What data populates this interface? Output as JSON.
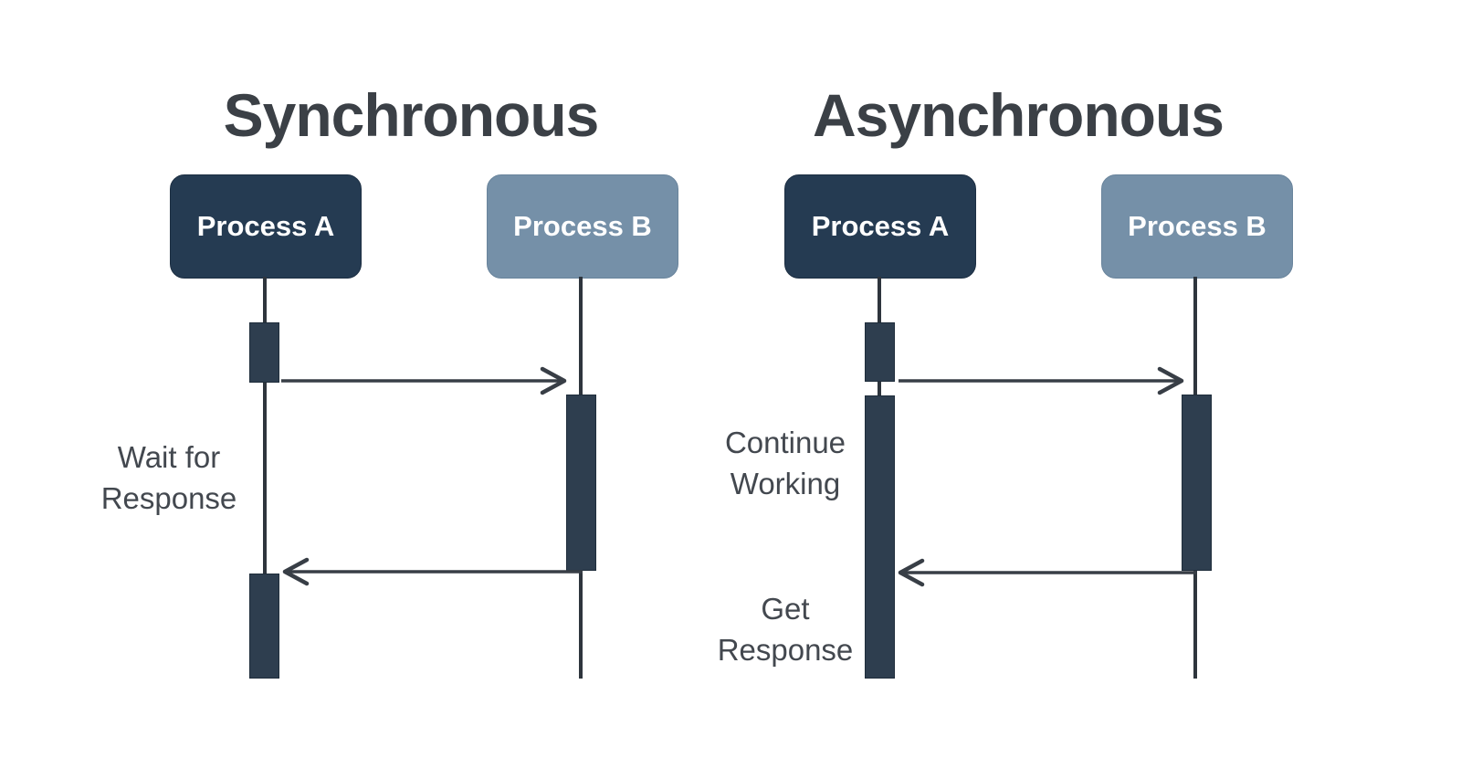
{
  "colors": {
    "background": "#ffffff",
    "process_a_fill": "#253b52",
    "process_b_fill": "#7590a8",
    "activation_bar_fill": "#2e3e4f",
    "lifeline": "#2e353d",
    "arrow": "#383e46",
    "title_text": "#3b4046",
    "label_text": "#43484f",
    "process_label_text": "#ffffff"
  },
  "panels": {
    "sync": {
      "title": "Synchronous",
      "process_a": "Process A",
      "process_b": "Process B",
      "labels": {
        "wait": {
          "line1": "Wait for",
          "line2": "Response"
        }
      }
    },
    "async": {
      "title": "Asynchronous",
      "process_a": "Process A",
      "process_b": "Process B",
      "labels": {
        "continue": {
          "line1": "Continue",
          "line2": "Working"
        },
        "get": {
          "line1": "Get",
          "line2": "Response"
        }
      }
    }
  }
}
